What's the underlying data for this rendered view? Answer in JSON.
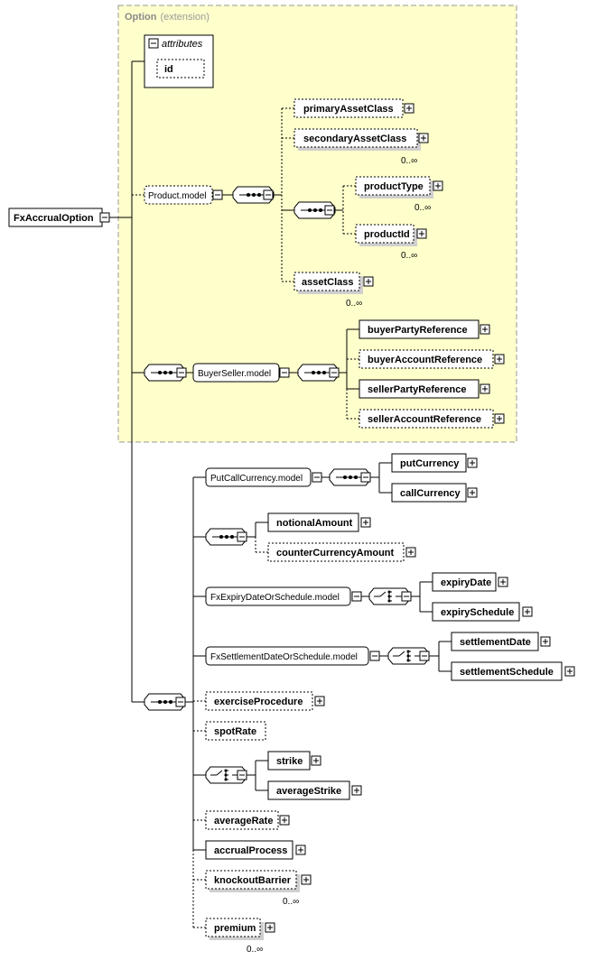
{
  "root": {
    "label": "FxAccrualOption"
  },
  "extension": {
    "title": "Option",
    "subtitle": "(extension)"
  },
  "attributes": {
    "title": "attributes",
    "id_label": "id"
  },
  "groups": {
    "product_model": "Product.model",
    "buyer_seller_model": "BuyerSeller.model",
    "put_call_currency_model": "PutCallCurrency.model",
    "fx_expiry_model": "FxExpiryDateOrSchedule.model",
    "fx_settlement_model": "FxSettlementDateOrSchedule.model"
  },
  "elements": {
    "primaryAssetClass": "primaryAssetClass",
    "secondaryAssetClass": "secondaryAssetClass",
    "productType": "productType",
    "productId": "productId",
    "assetClass": "assetClass",
    "buyerPartyReference": "buyerPartyReference",
    "buyerAccountReference": "buyerAccountReference",
    "sellerPartyReference": "sellerPartyReference",
    "sellerAccountReference": "sellerAccountReference",
    "putCurrency": "putCurrency",
    "callCurrency": "callCurrency",
    "notionalAmount": "notionalAmount",
    "counterCurrencyAmount": "counterCurrencyAmount",
    "expiryDate": "expiryDate",
    "expirySchedule": "expirySchedule",
    "settlementDate": "settlementDate",
    "settlementSchedule": "settlementSchedule",
    "exerciseProcedure": "exerciseProcedure",
    "spotRate": "spotRate",
    "strike": "strike",
    "averageStrike": "averageStrike",
    "averageRate": "averageRate",
    "accrualProcess": "accrualProcess",
    "knockoutBarrier": "knockoutBarrier",
    "premium": "premium"
  },
  "occurrences": {
    "secondaryAssetClass": "0..∞",
    "productType": "0..∞",
    "productId": "0..∞",
    "assetClass": "0..∞",
    "knockoutBarrier": "0..∞",
    "premium": "0..∞"
  },
  "colors": {
    "extension_fill": "#ffffcc",
    "extension_border": "#999999",
    "shadow": "#cfcfcf",
    "line": "#000000"
  }
}
